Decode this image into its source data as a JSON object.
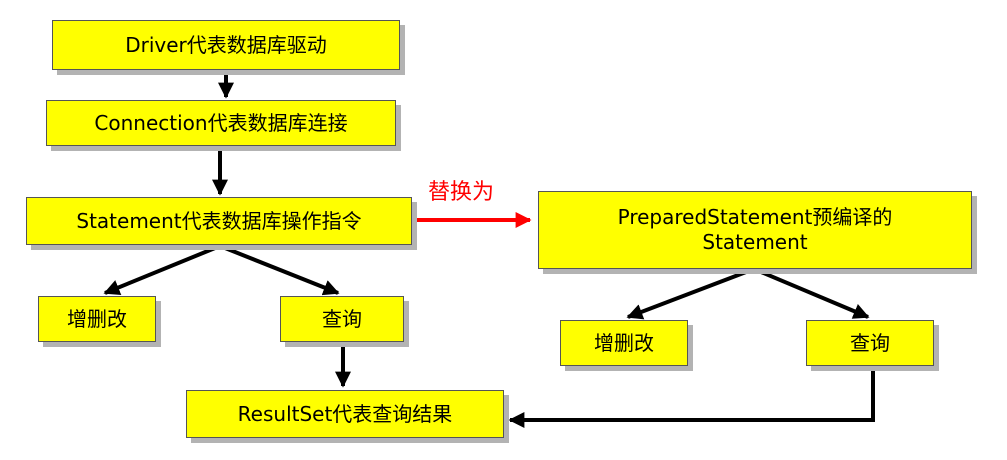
{
  "nodes": {
    "driver": "Driver代表数据库驱动",
    "connection": "Connection代表数据库连接",
    "statement": "Statement代表数据库操作指令",
    "crud_left": "增删改",
    "query_left": "查询",
    "resultset": "ResultSet代表查询结果",
    "prepared_line1": "PreparedStatement预编译的",
    "prepared_line2": "Statement",
    "crud_right": "增删改",
    "query_right": "查询"
  },
  "edges": {
    "replace_label": "替换为"
  },
  "colors": {
    "box_fill": "#ffff00",
    "arrow": "#000000",
    "replace_arrow": "#ff0000"
  }
}
